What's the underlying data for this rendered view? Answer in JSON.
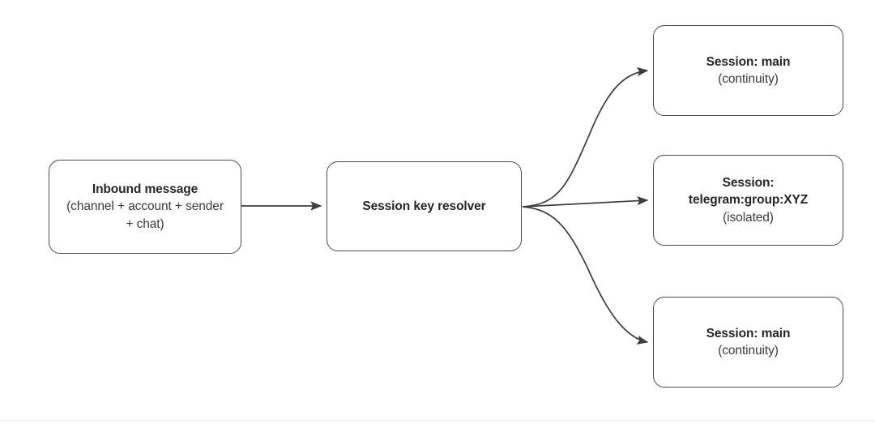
{
  "diagram": {
    "type": "flowchart",
    "direction": "left-to-right",
    "background_color": "#ffffff",
    "node_border_color": "#4a4a4a",
    "edge_color": "#3d3d3d",
    "text_color": "#262626",
    "nodes": [
      {
        "id": "inbound",
        "title": "Inbound message",
        "subtitle": "(channel + account + sender\n+ chat)"
      },
      {
        "id": "resolver",
        "title": "Session key resolver",
        "subtitle": ""
      },
      {
        "id": "out_top",
        "title": "Session: main",
        "subtitle": "(continuity)"
      },
      {
        "id": "out_mid",
        "title": "Session:\ntelegram:group:XYZ",
        "subtitle": "(isolated)"
      },
      {
        "id": "out_bot",
        "title": "Session: main",
        "subtitle": "(continuity)"
      }
    ],
    "edges": [
      {
        "id": "e1",
        "from": "inbound",
        "to": "resolver",
        "style": "straight",
        "label": ""
      },
      {
        "id": "e2",
        "from": "resolver",
        "to": "out_top",
        "style": "curved",
        "label": ""
      },
      {
        "id": "e3",
        "from": "resolver",
        "to": "out_mid",
        "style": "straight",
        "label": ""
      },
      {
        "id": "e4",
        "from": "resolver",
        "to": "out_bot",
        "style": "curved",
        "label": ""
      }
    ]
  }
}
